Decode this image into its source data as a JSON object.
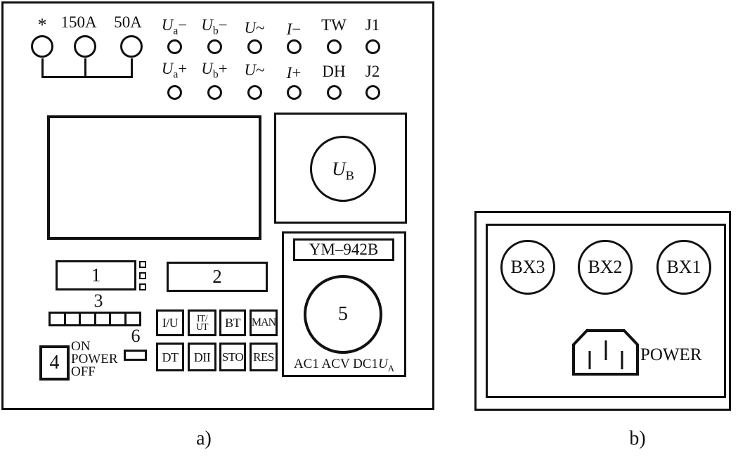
{
  "colors": {
    "ink": "#111111",
    "background": "#ffffff"
  },
  "panel_a": {
    "caption": "a)",
    "big_terminals": [
      {
        "label": "*"
      },
      {
        "label": "150A"
      },
      {
        "label": "50A"
      }
    ],
    "top_row": [
      {
        "base": "U",
        "sub": "a",
        "suffix": "−"
      },
      {
        "base": "U",
        "sub": "b",
        "suffix": "−"
      },
      {
        "base": "U",
        "suffix": "~"
      },
      {
        "base": "I",
        "suffix": "−"
      },
      {
        "base": "TW"
      },
      {
        "base": "J1"
      }
    ],
    "bottom_row": [
      {
        "base": "U",
        "sub": "a",
        "suffix": "+"
      },
      {
        "base": "U",
        "sub": "b",
        "suffix": "+"
      },
      {
        "base": "U",
        "suffix": "~"
      },
      {
        "base": "I",
        "suffix": "+"
      },
      {
        "base": "DH"
      },
      {
        "base": "J2"
      }
    ],
    "voltmeter_knob": {
      "base": "U",
      "sub": "B"
    },
    "module": {
      "model": "YM–942B",
      "dial": "5",
      "modes": "AC1 ACV DC1",
      "mode_var": "U",
      "mode_var_sub": "A"
    },
    "numbers": {
      "n1": "1",
      "n2": "2",
      "n3": "3",
      "n4": "4",
      "n6": "6"
    },
    "power_switch": {
      "line1": "ON",
      "line2": "POWER",
      "line3": "OFF"
    },
    "keys_row1": [
      {
        "t": "I/U"
      },
      {
        "t": "IT/",
        "t2": "UT"
      },
      {
        "t": "BT"
      },
      {
        "t": "MAN"
      }
    ],
    "keys_row2": [
      {
        "t": "DT"
      },
      {
        "t": "DII"
      },
      {
        "t": "STO"
      },
      {
        "t": "RES"
      }
    ]
  },
  "panel_b": {
    "caption": "b)",
    "sockets": [
      "BX3",
      "BX2",
      "BX1"
    ],
    "power_label": "POWER"
  }
}
